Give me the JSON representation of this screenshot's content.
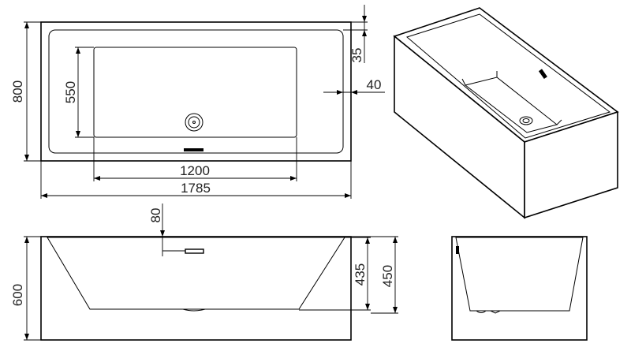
{
  "dimensions": {
    "width_total": "1785",
    "inner_length": "1200",
    "depth_total": "800",
    "inner_width": "550",
    "rim_top": "35",
    "rim_side": "40",
    "overflow_offset": "80",
    "height_total": "600",
    "inner_height_435": "435",
    "inner_height_450": "450"
  }
}
